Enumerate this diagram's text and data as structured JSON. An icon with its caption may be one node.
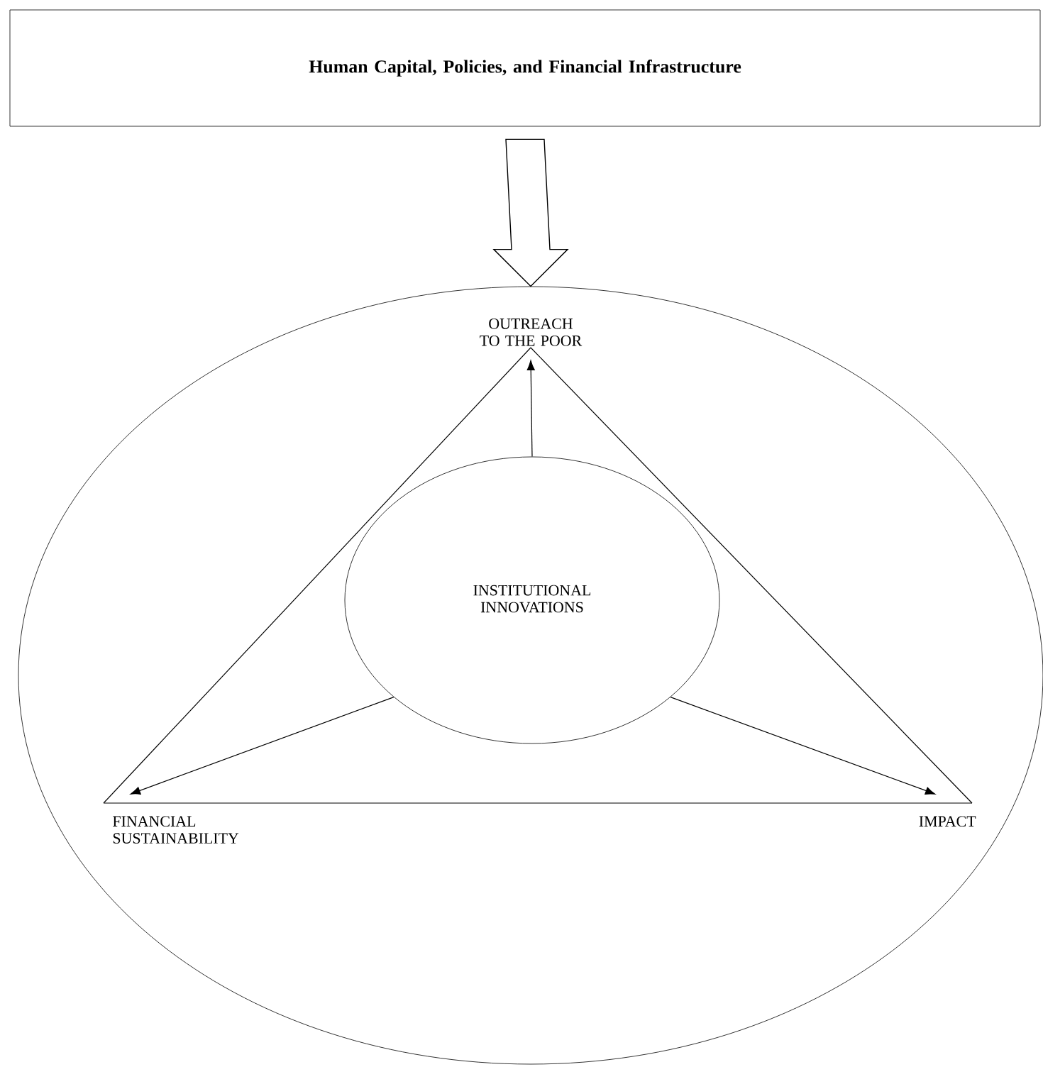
{
  "diagram": {
    "nodes": [
      {
        "text": [
          "Human Capital, Policies, and Financial Infrastructure"
        ]
      },
      {
        "text": [],
        "shape": "ellipse"
      },
      {
        "text": [
          "OUTREACH TO THE POOR"
        ],
        "in": 1
      },
      {
        "text": [
          "INSTITUTIONAL INNOVATIONS"
        ],
        "in": 1
      },
      {
        "text": [
          "FINANCIAL SUSTAINABILITY"
        ],
        "in": 1
      },
      {
        "text": [
          "IMPACT"
        ],
        "in": 1
      }
    ],
    "edges": [
      {
        "from": 0,
        "to": 1,
        "arrow": "to"
      },
      {
        "from": 3,
        "to": 2,
        "arrow": "to"
      },
      {
        "from": 3,
        "to": 4,
        "arrow": "to"
      },
      {
        "from": 3,
        "to": 5,
        "arrow": "to"
      },
      {
        "from": 2,
        "to": 4,
        "arrow": "none"
      },
      {
        "from": 2,
        "to": 5,
        "arrow": "none"
      },
      {
        "from": 4,
        "to": 5,
        "arrow": "none"
      }
    ]
  }
}
